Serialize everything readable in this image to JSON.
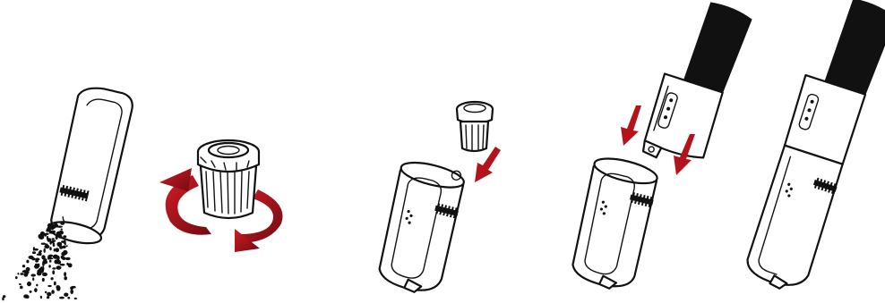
{
  "colors": {
    "accent": "#b3141c",
    "accent_dark": "#6e0b12",
    "outline": "#111111",
    "handle": "#111111",
    "background": "#ffffff"
  },
  "steps": [
    {
      "name": "empty-dust-bin",
      "icons": [
        "dust-container-icon",
        "debris-particles-icon"
      ]
    },
    {
      "name": "twist-filter",
      "icons": [
        "filter-icon",
        "rotation-arrows-icon"
      ]
    },
    {
      "name": "insert-filter",
      "icons": [
        "filter-icon",
        "dust-container-icon",
        "down-arrow-icon"
      ]
    },
    {
      "name": "attach-handle",
      "icons": [
        "motor-handle-icon",
        "dust-container-icon",
        "down-arrow-icon"
      ]
    },
    {
      "name": "assembled-vacuum",
      "icons": [
        "handheld-vacuum-icon"
      ]
    }
  ]
}
